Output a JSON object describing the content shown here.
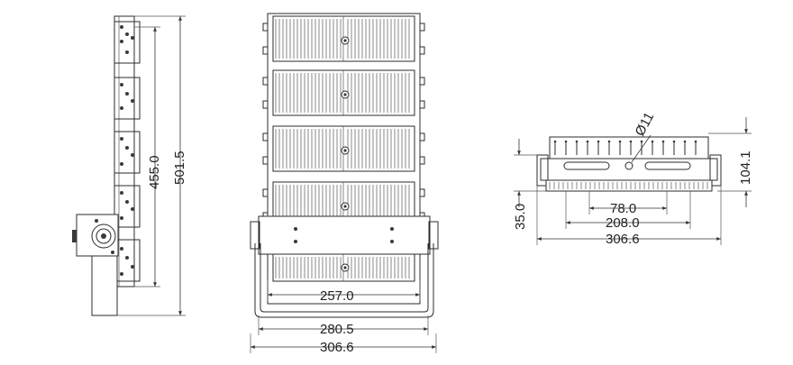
{
  "views": {
    "side": {
      "height_inner": "455.0",
      "height_total": "501.5"
    },
    "front": {
      "width_inner": "257.0",
      "width_mid": "280.5",
      "width_total": "306.6"
    },
    "top": {
      "hole_diameter": "Ø11",
      "height": "104.1",
      "depth": "35.0",
      "width_78": "78.0",
      "width_208": "208.0",
      "width_total": "306.6"
    }
  }
}
